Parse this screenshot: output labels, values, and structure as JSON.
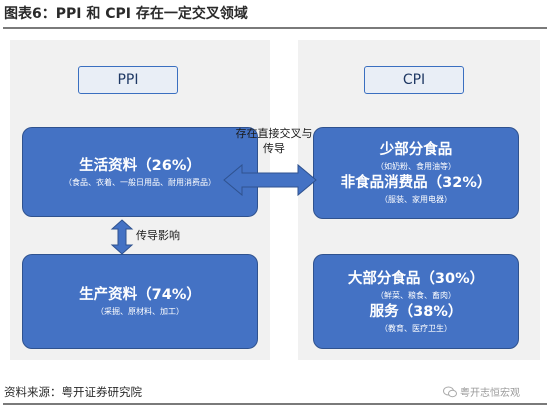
{
  "title": "图表6：PPI 和 CPI 存在一定交叉领域",
  "ppi_header": "PPI",
  "cpi_header": "CPI",
  "living_goods": {
    "title": "生活资料（26%）",
    "detail": "（食品、衣着、一般日用品、耐用消费品）"
  },
  "producer_goods": {
    "title": "生产资料（74%）",
    "detail": "（采掘、原材料、加工）"
  },
  "cpi_small": {
    "line1": "少部分食品",
    "line1_detail": "（如奶粉、食用油等）",
    "line2": "非食品消费品（32%）",
    "line2_detail": "（服装、家用电器）"
  },
  "cpi_large": {
    "line1": "大部分食品（30%）",
    "line1_detail": "（鲜菜、粮食、畜肉）",
    "line2": "服务（38%）",
    "line2_detail": "（教育、医疗卫生）"
  },
  "arrow_labels": {
    "direct": "存在直接交叉与传导",
    "conduct": "传导影响"
  },
  "source": "资料来源：粤开证券研究院",
  "watermark": "粤开志恒宏观",
  "colors": {
    "box_fill": "#4472c4",
    "panel_bg": "#f1f1f1",
    "header_fill": "#e9eef6",
    "header_border": "#3a6fc0"
  }
}
